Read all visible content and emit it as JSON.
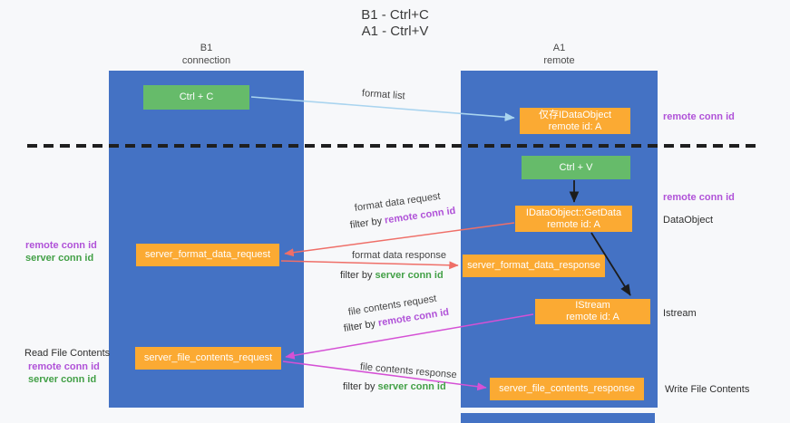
{
  "title": {
    "line1": "B1 - Ctrl+C",
    "line2": "A1 - Ctrl+V"
  },
  "lifelines": {
    "left": {
      "title": "B1",
      "subtitle": "connection"
    },
    "right": {
      "title": "A1",
      "subtitle": "remote"
    }
  },
  "boxes": {
    "ctrl_c": {
      "label": "Ctrl + C"
    },
    "ctrl_v": {
      "label": "Ctrl + V"
    },
    "idataobject": {
      "line1": "仅存IDataObject",
      "line2": "remote id: A"
    },
    "getdata": {
      "line1": "IDataObject::GetData",
      "line2": "remote id: A"
    },
    "istream": {
      "line1": "IStream",
      "line2": "remote id: A"
    },
    "format_request": {
      "label": "server_format_data_request"
    },
    "format_response": {
      "label": "server_format_data_response"
    },
    "file_request": {
      "label": "server_file_contents_request"
    },
    "file_response": {
      "label": "server_file_contents_response"
    }
  },
  "arrow_labels": {
    "format_list": "format list",
    "format_data_request": "format data request",
    "format_data_response": "format data response",
    "file_contents_request": "file contents request",
    "file_contents_response": "file contents response",
    "filter_by": "filter by ",
    "remote_conn_id": "remote conn id",
    "server_conn_id": "server conn id"
  },
  "side_labels": {
    "remote_conn_id": "remote conn id",
    "server_conn_id": "server conn id",
    "dataobject": "DataObject",
    "istream": "Istream",
    "read_file_contents": "Read File Contents",
    "write_file_contents": "Write File Contents"
  },
  "colors": {
    "lifeline_blue": "#4472c4",
    "action_green": "#66bb6a",
    "message_orange": "#fbaa33",
    "remote_conn_purple": "#b052d8",
    "server_conn_green": "#43a047",
    "arrow_light_blue": "#a9d4ef",
    "arrow_red": "#ef6f68",
    "arrow_magenta": "#d551d5",
    "arrow_black": "#1c1c1c"
  }
}
